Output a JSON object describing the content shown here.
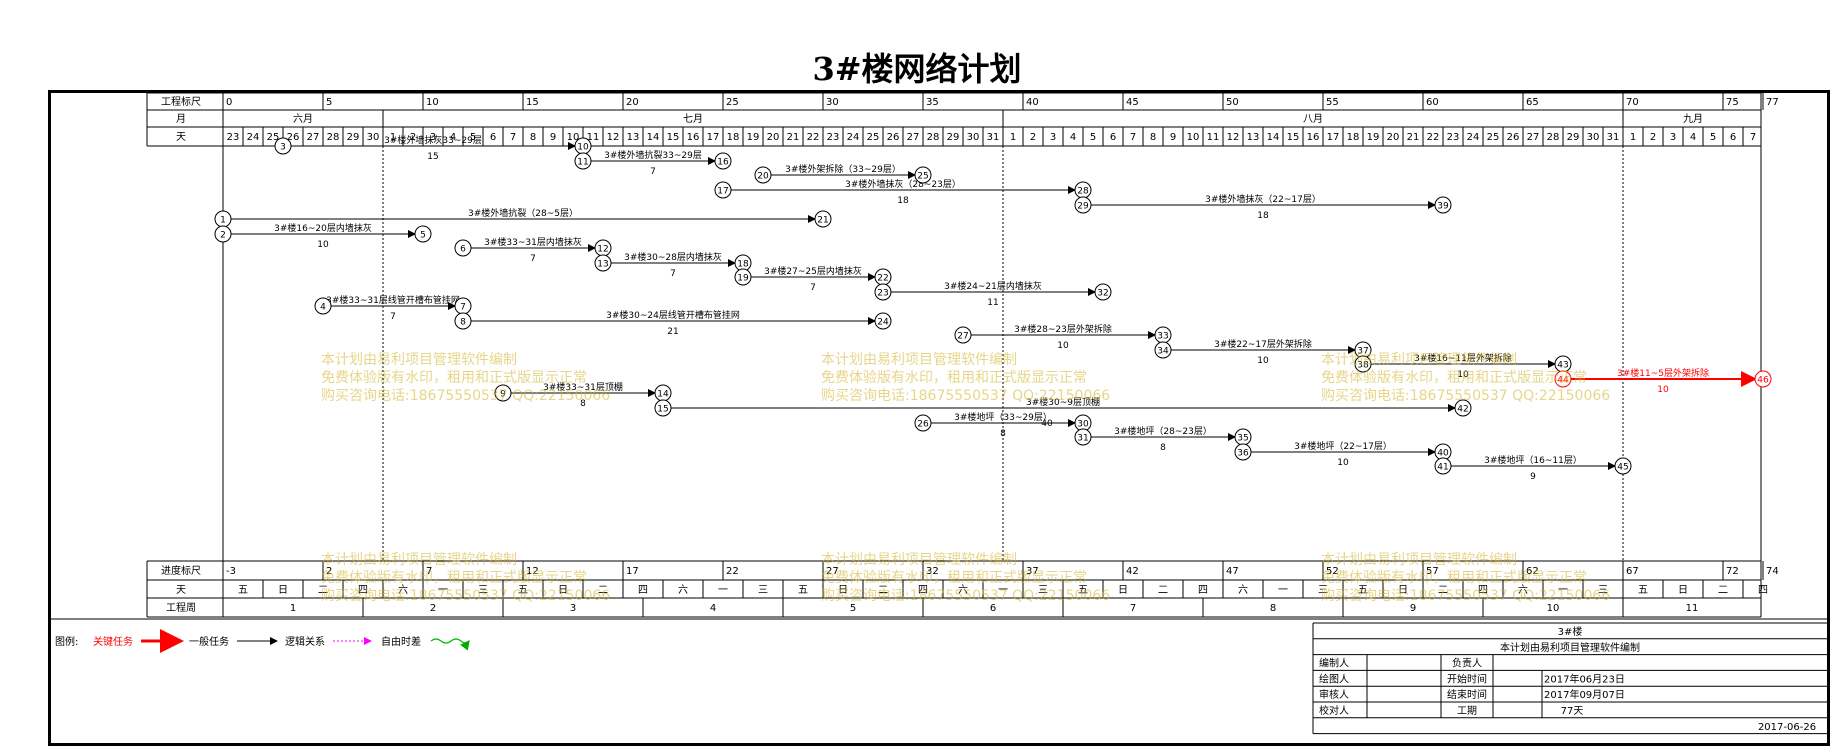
{
  "title": "3#楼网络计划",
  "header": {
    "rows": {
      "ruler": "工程标尺",
      "month": "月",
      "day": "天"
    },
    "ruler_ticks": [
      "0",
      "5",
      "10",
      "15",
      "20",
      "25",
      "30",
      "35",
      "40",
      "45",
      "50",
      "55",
      "60",
      "65",
      "70",
      "75",
      "77"
    ],
    "months": [
      "六月",
      "七月",
      "八月",
      "九月"
    ],
    "days": [
      "23",
      "24",
      "25",
      "26",
      "27",
      "28",
      "29",
      "30",
      "1",
      "2",
      "3",
      "4",
      "5",
      "6",
      "7",
      "8",
      "9",
      "10",
      "11",
      "12",
      "13",
      "14",
      "15",
      "16",
      "17",
      "18",
      "19",
      "20",
      "21",
      "22",
      "23",
      "24",
      "25",
      "26",
      "27",
      "28",
      "29",
      "30",
      "31",
      "1",
      "2",
      "3",
      "4",
      "5",
      "6",
      "7",
      "8",
      "9",
      "10",
      "11",
      "12",
      "13",
      "14",
      "15",
      "16",
      "17",
      "18",
      "19",
      "20",
      "21",
      "22",
      "23",
      "24",
      "25",
      "26",
      "27",
      "28",
      "29",
      "30",
      "31",
      "1",
      "2",
      "3",
      "4",
      "5",
      "6",
      "7"
    ]
  },
  "footer": {
    "rows": {
      "progress": "进度标尺",
      "day": "天",
      "week": "工程周"
    },
    "progress_ticks": [
      "-3",
      "2",
      "7",
      "12",
      "17",
      "22",
      "27",
      "32",
      "37",
      "42",
      "47",
      "52",
      "57",
      "62",
      "67",
      "72",
      "74"
    ],
    "weekdays": [
      "五",
      "日",
      "二",
      "四",
      "六",
      "一",
      "三",
      "五",
      "日",
      "二",
      "四",
      "六",
      "一",
      "三",
      "五",
      "日",
      "二",
      "四",
      "六",
      "一",
      "三",
      "五",
      "日",
      "二",
      "四",
      "六",
      "一",
      "三",
      "五",
      "日",
      "二",
      "四",
      "六",
      "一",
      "三",
      "五",
      "日",
      "二",
      "四"
    ],
    "weeks": [
      "1",
      "2",
      "3",
      "4",
      "5",
      "6",
      "7",
      "8",
      "9",
      "10",
      "11"
    ]
  },
  "network": {
    "tasks": [
      {
        "from": "3",
        "to": "10",
        "label": "3#楼外墙抹灰33~29层",
        "duration": "15"
      },
      {
        "from": "11",
        "to": "16",
        "label": "3#楼外墙抗裂33~29层",
        "duration": "7"
      },
      {
        "from": "20",
        "to": "25",
        "label": "3#楼外架拆除（33~29层）",
        "duration": ""
      },
      {
        "from": "17",
        "to": "28",
        "label": "3#楼外墙抹灰（28~23层）",
        "duration": "18"
      },
      {
        "from": "29",
        "to": "39",
        "label": "3#楼外墙抹灰（22~17层）",
        "duration": "18"
      },
      {
        "from": "1",
        "to": "21",
        "label": "3#楼外墙抗裂（28~5层）",
        "duration": ""
      },
      {
        "from": "2",
        "to": "5",
        "label": "3#楼16~20层内墙抹灰",
        "duration": "10"
      },
      {
        "from": "6",
        "to": "12",
        "label": "3#楼33~31层内墙抹灰",
        "duration": "7"
      },
      {
        "from": "13",
        "to": "18",
        "label": "3#楼30~28层内墙抹灰",
        "duration": "7"
      },
      {
        "from": "19",
        "to": "22",
        "label": "3#楼27~25层内墙抹灰",
        "duration": "7"
      },
      {
        "from": "23",
        "to": "32",
        "label": "3#楼24~21层内墙抹灰",
        "duration": "11"
      },
      {
        "from": "4",
        "to": "7",
        "label": "3#楼33~31层线管开槽布管挂网",
        "duration": "7"
      },
      {
        "from": "8",
        "to": "24",
        "label": "3#楼30~24层线管开槽布管挂网",
        "duration": "21"
      },
      {
        "from": "27",
        "to": "33",
        "label": "3#楼28~23层外架拆除",
        "duration": "10"
      },
      {
        "from": "34",
        "to": "37",
        "label": "3#楼22~17层外架拆除",
        "duration": "10"
      },
      {
        "from": "38",
        "to": "43",
        "label": "3#楼16~11层外架拆除",
        "duration": "10"
      },
      {
        "from": "44",
        "to": "46",
        "label": "3#楼11~5层外架拆除",
        "duration": "10",
        "critical": true
      },
      {
        "from": "9",
        "to": "14",
        "label": "3#楼33~31层顶棚",
        "duration": "8"
      },
      {
        "from": "15",
        "to": "42",
        "label": "3#楼30~9层顶棚",
        "duration": ""
      },
      {
        "from": "26",
        "to": "30",
        "label": "3#楼地坪（33~29层）",
        "duration": "8"
      },
      {
        "from": "31",
        "to": "35",
        "label": "3#楼地坪（28~23层）",
        "duration": "8"
      },
      {
        "from": "36",
        "to": "40",
        "label": "3#楼地坪（22~17层）",
        "duration": "10"
      },
      {
        "from": "41",
        "to": "45",
        "label": "3#楼地坪（16~11层）",
        "duration": "9"
      }
    ],
    "extra_label": "40"
  },
  "watermark": {
    "lines": [
      "本计划由易利项目管理软件编制",
      "免费体验版有水印，租用和正式版显示正常",
      "购买咨询电话:18675550537 QQ:22150066"
    ]
  },
  "legend": {
    "prefix": "图例:",
    "critical": "关键任务",
    "normal": "一般任务",
    "logic": "逻辑关系",
    "float": "自由时差",
    "colors": {
      "critical": "#ff0000",
      "normal": "#000000",
      "logic": "#ff00ff",
      "float": "#00bb00"
    }
  },
  "titleblock": {
    "project": "3#楼",
    "software": "本计划由易利项目管理软件编制",
    "editor": "编制人",
    "owner": "负责人",
    "drawer": "绘图人",
    "start_label": "开始时间",
    "start": "2017年06月23日",
    "reviewer": "审核人",
    "end_label": "结束时间",
    "end": "2017年09月07日",
    "checker": "校对人",
    "duration_label": "工期",
    "duration": "77天",
    "date": "2017-06-26"
  }
}
